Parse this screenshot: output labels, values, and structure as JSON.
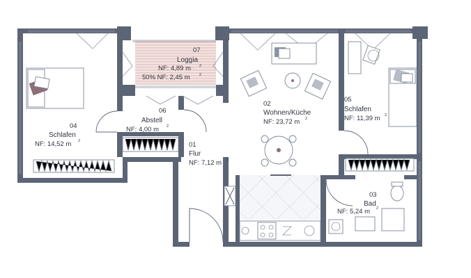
{
  "rooms": {
    "r01": {
      "number": "01",
      "name": "Flur",
      "area": "NF: 7,12 m",
      "unit_sup": "2"
    },
    "r02": {
      "number": "02",
      "name": "Wohnen/Küche",
      "area": "NF: 23,72 m",
      "unit_sup": "2"
    },
    "r03": {
      "number": "03",
      "name": "Bad",
      "area": "NF: 5,24 m",
      "unit_sup": "2"
    },
    "r04": {
      "number": "04",
      "name": "Schlafen",
      "area": "NF: 14,52 m",
      "unit_sup": "2"
    },
    "r05": {
      "number": "05",
      "name": "Schlafen",
      "area": "NF: 11,39 m",
      "unit_sup": "2"
    },
    "r06": {
      "number": "06",
      "name": "Abstell",
      "area": "NF: 4,00 m",
      "unit_sup": "2"
    },
    "r07": {
      "number": "07",
      "name": "Loggia",
      "area": "NF: 4,89 m",
      "unit_sup": "2",
      "area_half": "50% NF: 2,45 m",
      "unit_sup_half": "2"
    }
  },
  "colors": {
    "wall": "#5c6576",
    "loggia_fill": "#f3e3e1",
    "loggia_stripe": "#e6c9c6",
    "kitchen_tile": "#e9ecf1",
    "pillow_accent": "#8c6f78"
  }
}
